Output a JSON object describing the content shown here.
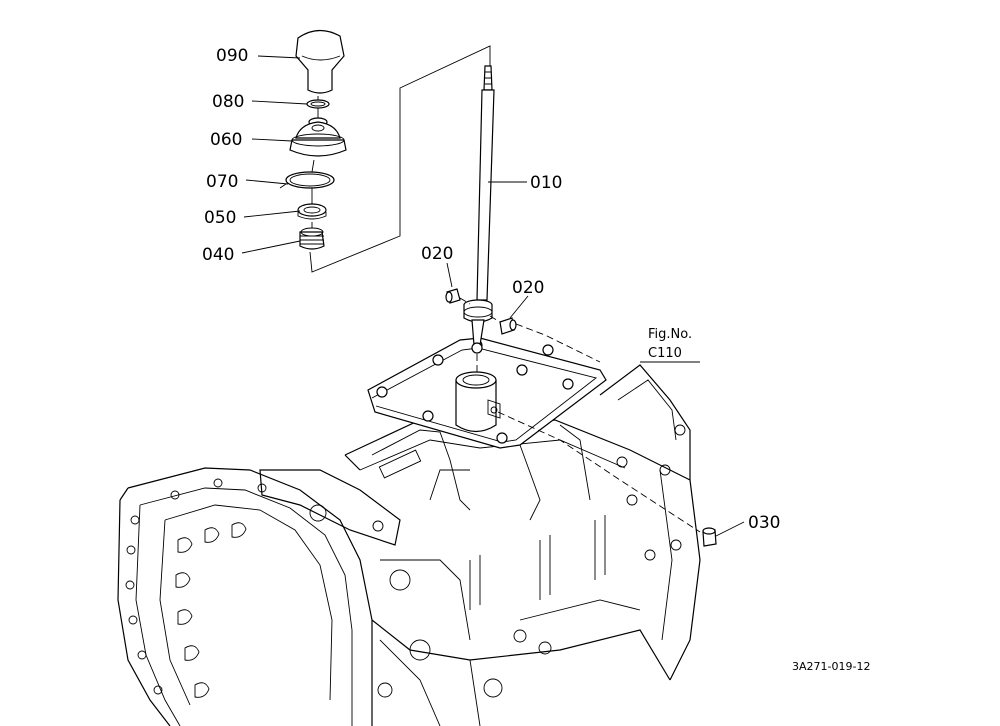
{
  "callouts": {
    "p090": "090",
    "p080": "080",
    "p060": "060",
    "p070": "070",
    "p050": "050",
    "p040": "040",
    "p010": "010",
    "p020a": "020",
    "p020b": "020",
    "p030": "030"
  },
  "figure_ref": {
    "line1": "Fig.No.",
    "line2": "C110"
  },
  "drawing_code": "3A271-019-12"
}
